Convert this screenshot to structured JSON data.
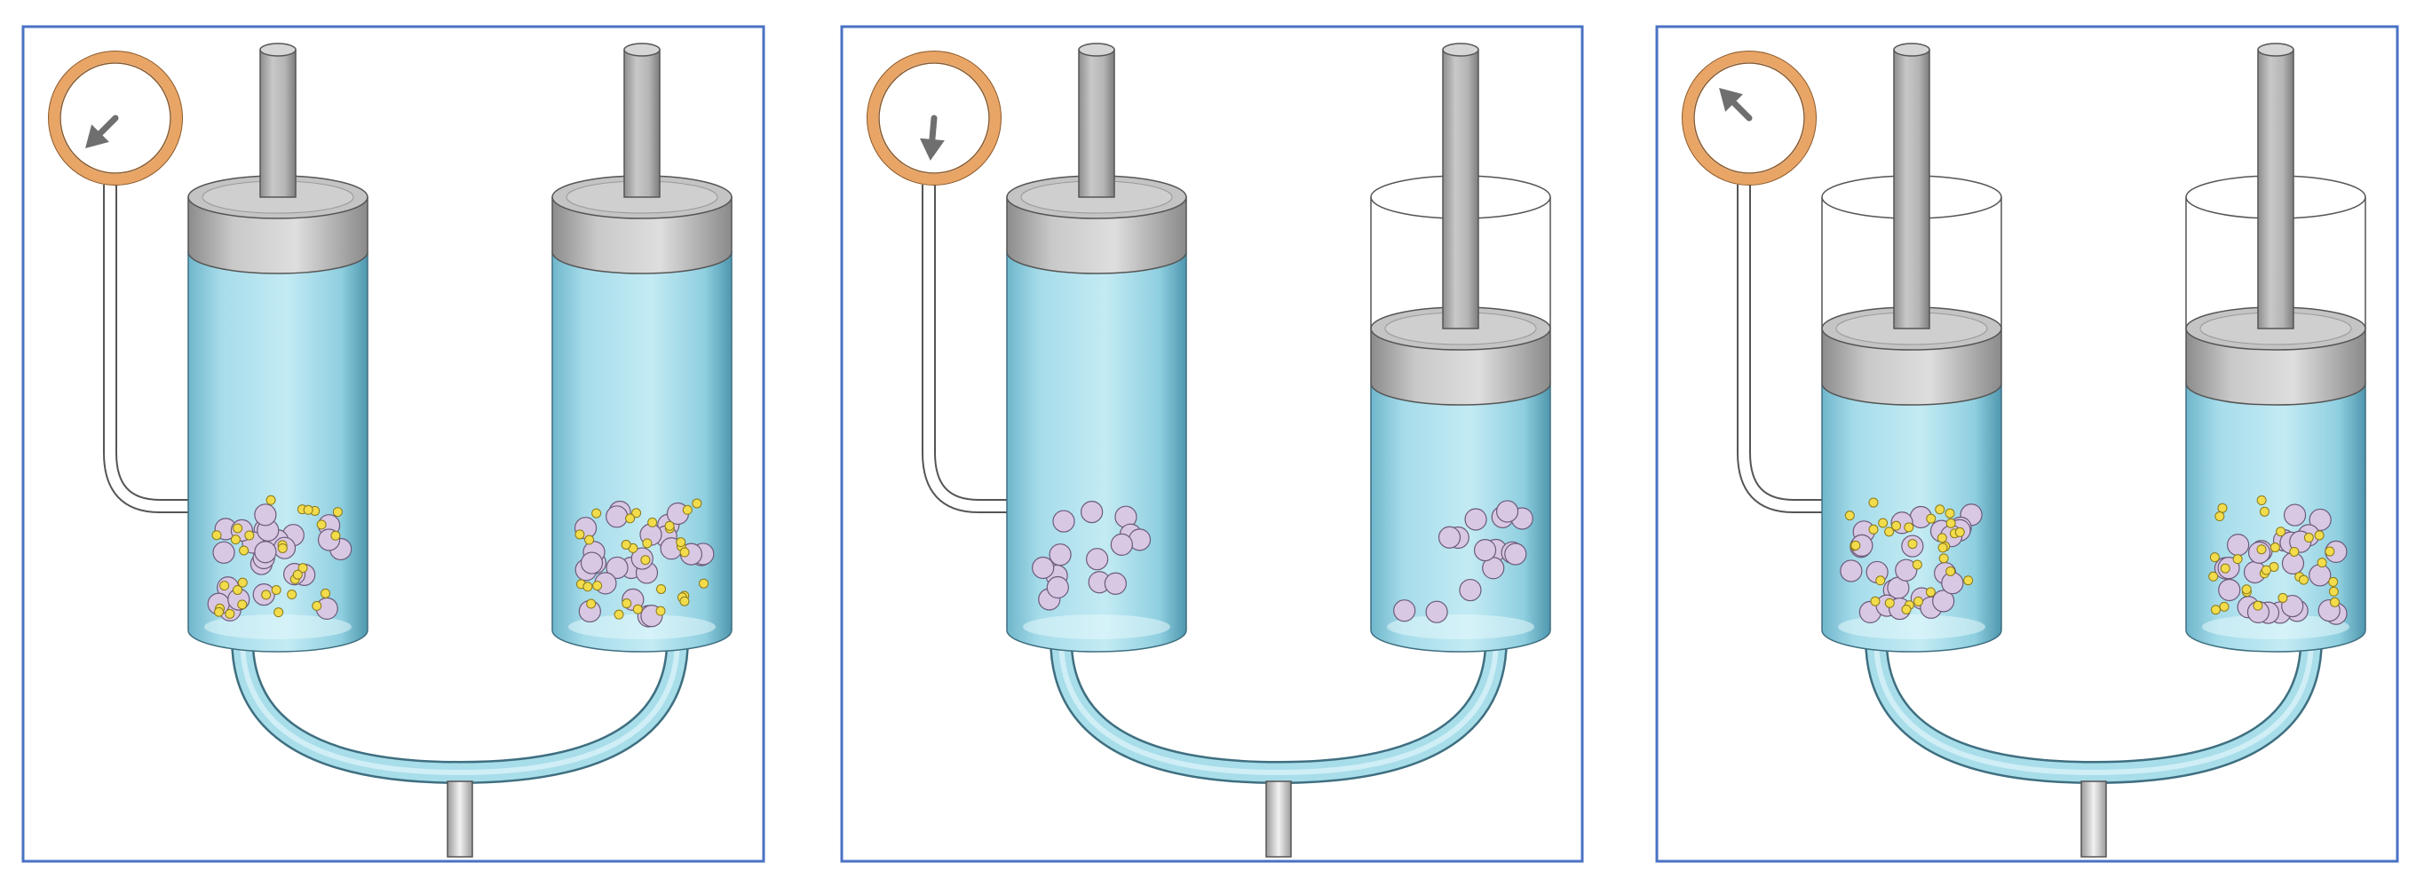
{
  "colors": {
    "frame_border": "#4a72c4",
    "liquid": "#a8ddea",
    "liquid_dark": "#5fa9c0",
    "piston_gray": "#bdbdbd",
    "rod_gray": "#a9a9a9",
    "gauge_ring": "#e8a566",
    "needle": "#6f6f6f",
    "large_particle": "#d9c8e4",
    "small_particle": "#f3dc4c",
    "tube": "#a8ddea"
  },
  "panels": [
    {
      "gauge_needle_direction": "lower-left",
      "left_piston_level": "top",
      "right_piston_level": "top",
      "left_small_particles": "present",
      "right_small_particles": "present"
    },
    {
      "gauge_needle_direction": "down",
      "left_piston_level": "top",
      "right_piston_level": "lowered",
      "left_small_particles": "absent",
      "right_small_particles": "absent"
    },
    {
      "gauge_needle_direction": "upper-left",
      "left_piston_level": "lowered",
      "right_piston_level": "lowered",
      "left_small_particles": "present",
      "right_small_particles": "present"
    }
  ],
  "icons": [
    "pressure-gauge-icon",
    "piston-icon",
    "particle-icon"
  ]
}
